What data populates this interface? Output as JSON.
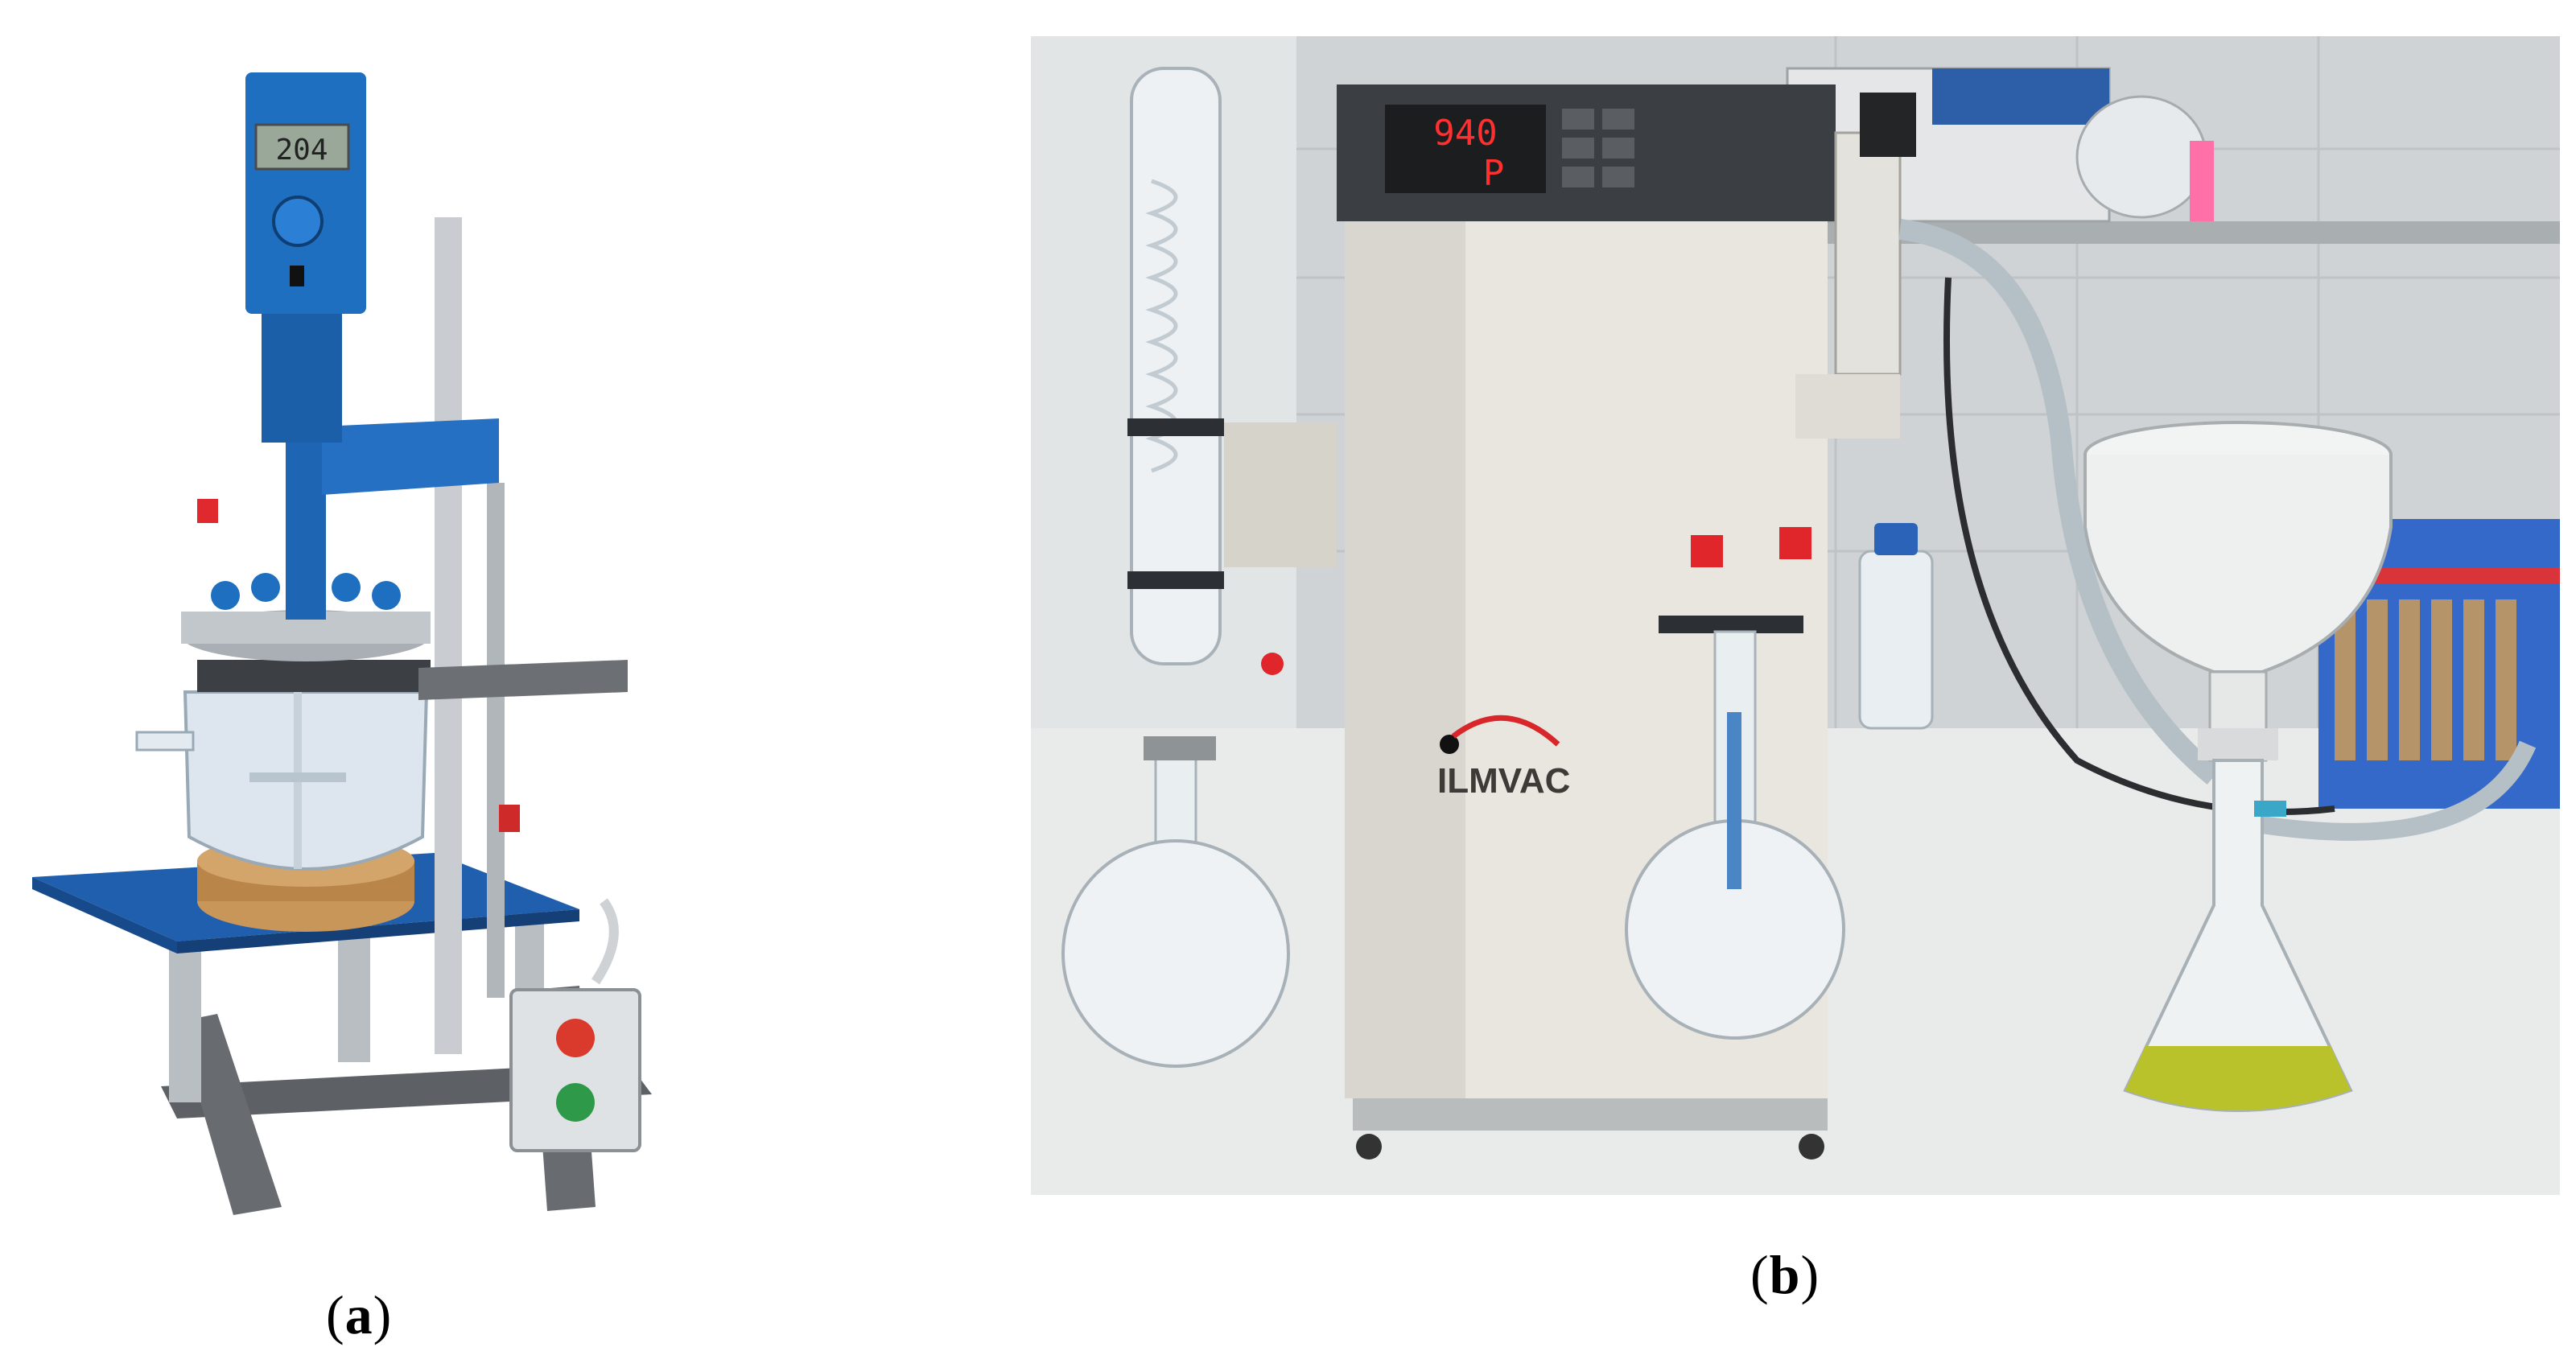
{
  "panels": [
    {
      "id": "a",
      "caption_open": "(",
      "caption_letter": "a",
      "caption_close": ")",
      "display": {
        "speed_readout": "204"
      }
    },
    {
      "id": "b",
      "caption_open": "(",
      "caption_letter": "b",
      "caption_close": ")",
      "device_brand": "ILMVAC",
      "display": {
        "line1": "940",
        "line2": "P"
      }
    }
  ],
  "colors": {
    "equipment_blue": "#1f6fc0",
    "stand_grey": "#6f7378",
    "cork": "#c9965a",
    "vacuum_body": "#e8e6df",
    "filtrate_yellow": "#b9c22a",
    "led_red": "#ff3030"
  }
}
